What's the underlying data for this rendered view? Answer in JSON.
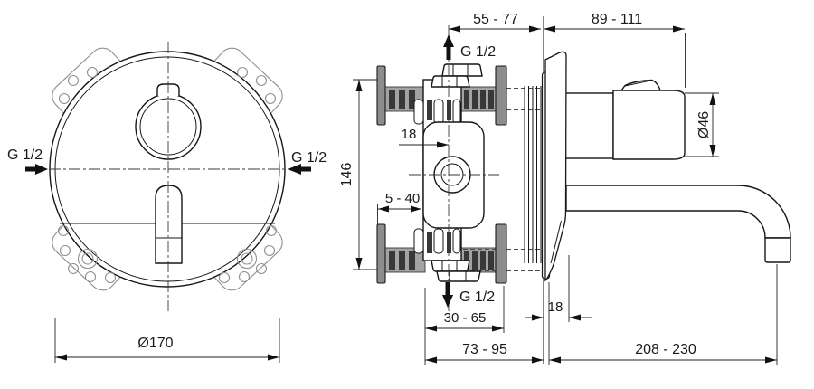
{
  "drawing": {
    "type": "technical-installation-drawing",
    "views": [
      "front view of wall plate",
      "side section view of wall-mounted basin mixer"
    ],
    "labels": {
      "front_diameter": "Ø170",
      "front_g_left": "G 1/2",
      "front_g_right": "G 1/2",
      "side_depth_adjust": "55 - 77",
      "side_handle_reach": "89 - 111",
      "side_handle_dia": "Ø46",
      "side_body_height": "146",
      "side_center_offset": "18",
      "side_wall_thickness": "5 - 40",
      "side_inlet_top": "G 1/2",
      "side_inlet_bottom": "G 1/2",
      "side_escutcheon_depth": "18",
      "side_clamp_range": "30 - 65",
      "side_rough_in_depth": "73 - 95",
      "side_spout_reach": "208 - 230"
    },
    "colors": {
      "line": "#161616",
      "flange_outline": "#8f8f8f",
      "pipe_gray": "#a3a3a3",
      "plate_gray": "#8d8d8d",
      "dark_detail": "#383838",
      "background": "#ffffff"
    }
  }
}
